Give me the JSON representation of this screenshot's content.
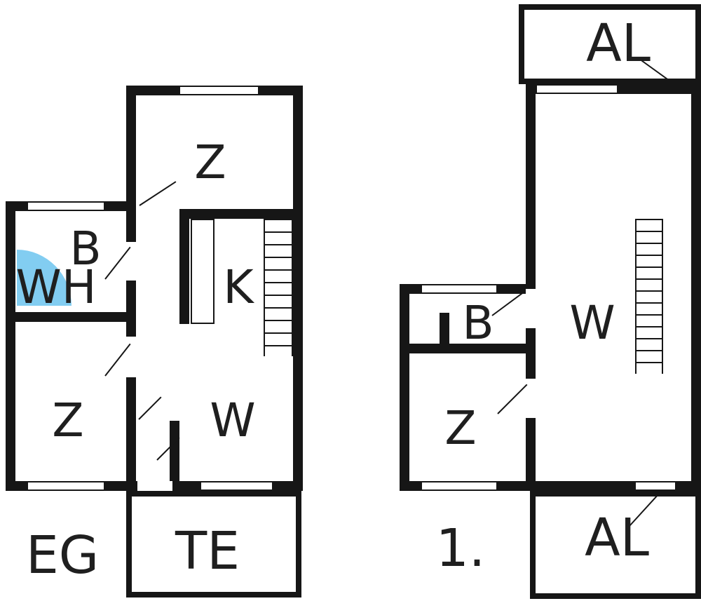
{
  "colors": {
    "wall": "#161616",
    "text": "#1f1f1f",
    "shower_fill": "#82CDF1"
  },
  "floors": {
    "eg": {
      "label": "EG",
      "rooms": {
        "z_top": "Z",
        "b": "B",
        "wh": "WH",
        "z_lower": "Z",
        "k": "K",
        "w": "W",
        "terrace": "TE"
      }
    },
    "first": {
      "label": "1.",
      "rooms": {
        "al_top": "AL",
        "b": "B",
        "z": "Z",
        "w": "W",
        "al_bottom": "AL"
      }
    }
  }
}
